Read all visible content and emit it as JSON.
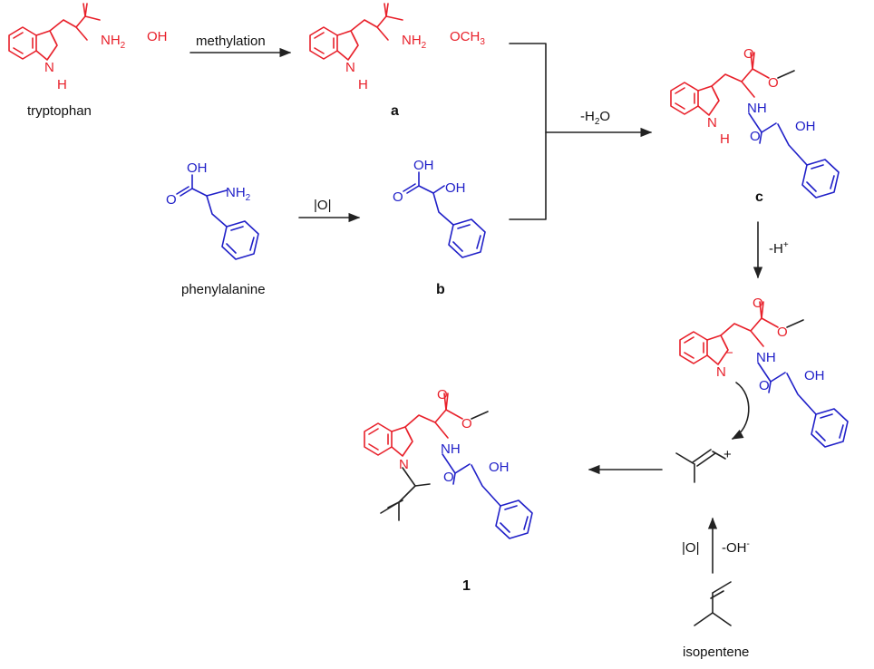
{
  "molecules": {
    "tryptophan": {
      "name": "tryptophan",
      "oh": "OH",
      "nh2": "NH",
      "nh2_sub": "2",
      "nh": "N",
      "h": "H"
    },
    "a": {
      "label": "a",
      "och3": "OCH",
      "och3_sub": "3",
      "nh2": "NH",
      "nh2_sub": "2",
      "n": "N",
      "h": "H"
    },
    "phenylalanine": {
      "name": "phenylalanine",
      "oh": "OH",
      "nh2": "NH",
      "nh2_sub": "2"
    },
    "b": {
      "label": "b",
      "oh_acid": "OH",
      "oh": "OH"
    },
    "c": {
      "label": "c",
      "nh_amide": "NH",
      "oh": "OH",
      "n": "N",
      "h": "H"
    },
    "anion": {
      "n": "N",
      "charge": "−",
      "nh_amide": "NH",
      "oh": "OH"
    },
    "cation": {
      "charge": "+"
    },
    "product_1": {
      "label": "1",
      "n": "N",
      "nh_amide": "NH",
      "oh": "OH"
    },
    "isopentene": {
      "name": "isopentene"
    }
  },
  "arrows": {
    "methylation": "methylation",
    "oxidation_b": "|O|",
    "dehydration_prefix": "-H",
    "dehydration_sub": "2",
    "dehydration_suffix": "O",
    "deprotonation": "-H",
    "deprotonation_sup": "+",
    "oxidation_iso": "|O|",
    "hydroxide": "-OH",
    "hydroxide_sup": "-"
  },
  "colors": {
    "tryptophan_part": "#e8202a",
    "phenylalanine_part": "#2020c8",
    "reagent": "#222222"
  }
}
